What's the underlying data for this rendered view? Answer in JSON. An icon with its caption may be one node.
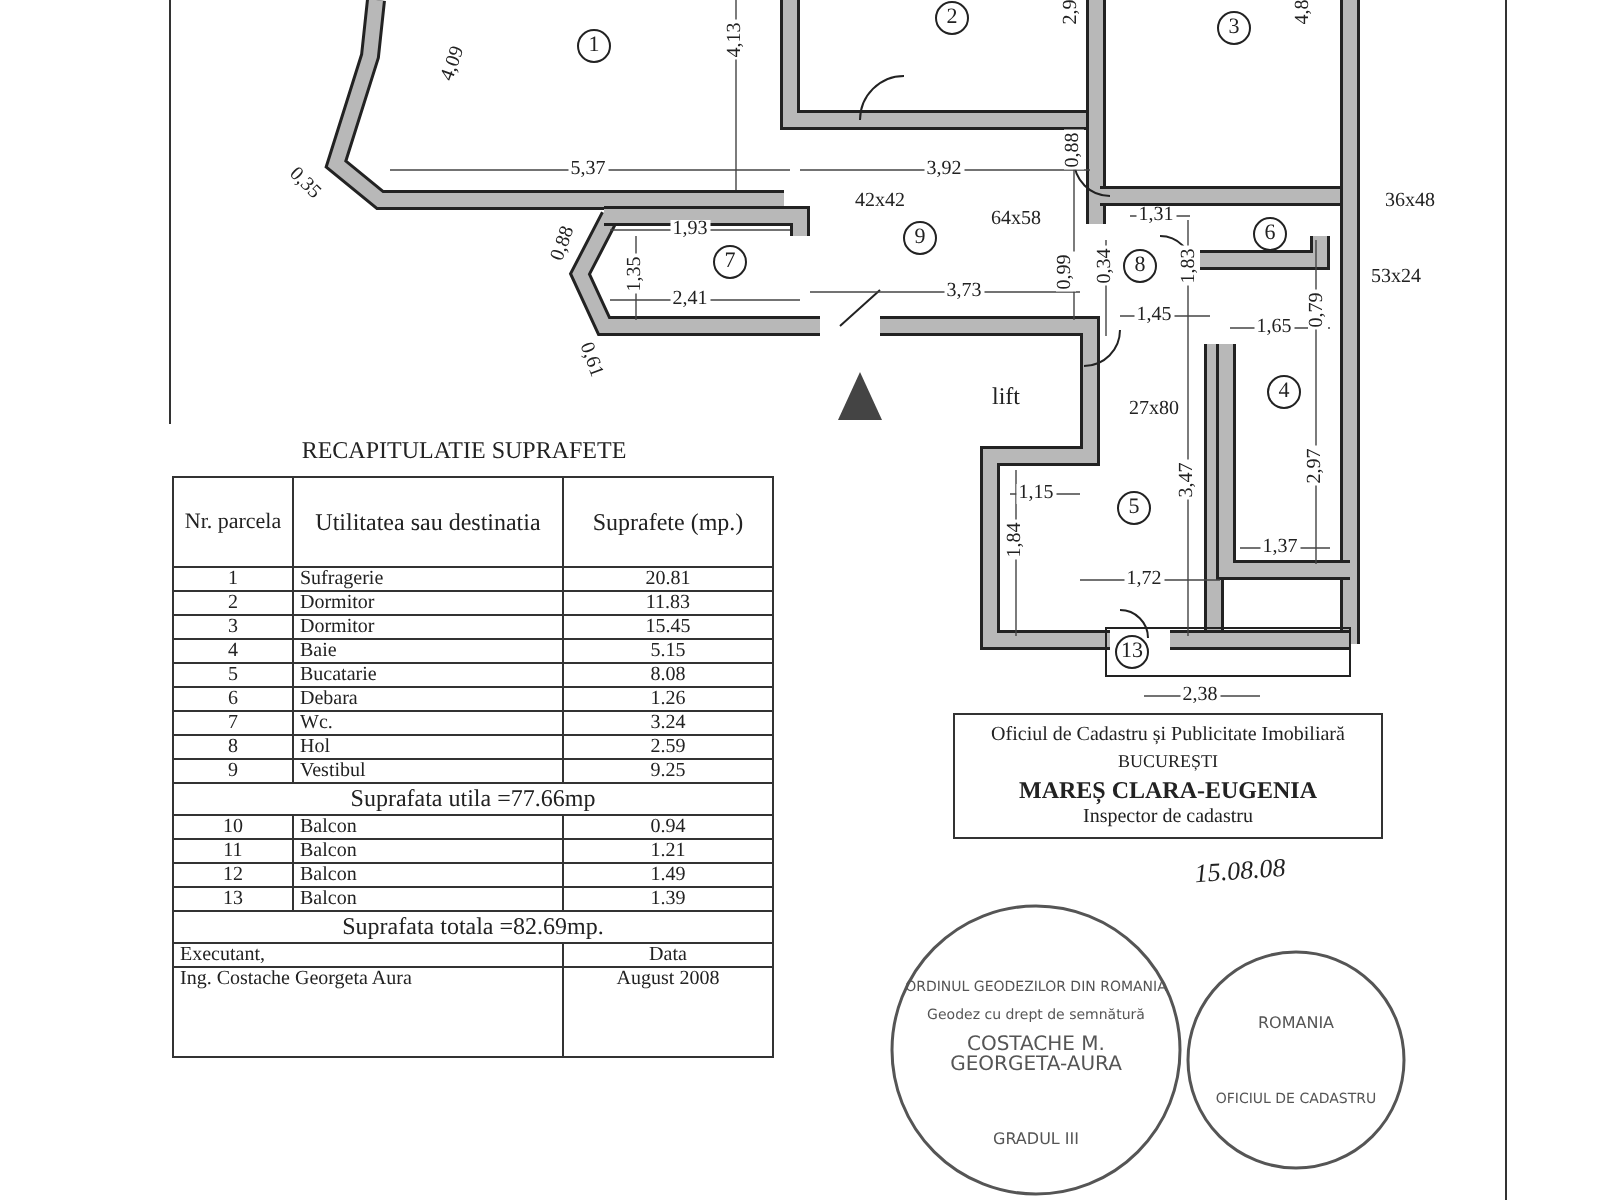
{
  "diagram": {
    "labels": [
      "4,09",
      "1",
      "4,13",
      "2",
      "2,9",
      "3",
      "4,8",
      "0,35",
      "5,37",
      "3,92",
      "0,88",
      "42x42",
      "64x58",
      "1,31",
      "36x48",
      "0,88",
      "1,93",
      "7",
      "9",
      "8",
      "6",
      "53x24",
      "1,35",
      "2,41",
      "3,73",
      "0,99",
      "0,34",
      "1,83",
      "0,79",
      "0,61",
      "1,45",
      "1,65",
      "lift",
      "27x80",
      "4",
      "3,47",
      "2,97",
      "1,15",
      "5",
      "1,84",
      "1,37",
      "1,72",
      "13",
      "2,38",
      "RECAPITULATIE SUPRAFETE",
      "Nr. parcela",
      "Utilitatea sau destinatia",
      "Suprafete (mp.)",
      "1",
      "Sufragerie",
      "20.81",
      "2",
      "Dormitor",
      "11.83",
      "3",
      "Dormitor",
      "15.45",
      "4",
      "Baie",
      "5.15",
      "5",
      "Bucatarie",
      "8.08",
      "6",
      "Debara",
      "1.26",
      "7",
      "Wc.",
      "3.24",
      "8",
      "Hol",
      "2.59",
      "9",
      "Vestibul",
      "9.25",
      "Suprafata utila =77.66mp",
      "10",
      "Balcon",
      "0.94",
      "11",
      "Balcon",
      "1.21",
      "12",
      "Balcon",
      "1.49",
      "13",
      "Balcon",
      "1.39",
      "Suprafata totala =82.69mp.",
      "Executant,",
      "Data",
      "Ing. Costache Georgeta Aura",
      "August 2008",
      "Oficiul de Cadastru și Publicitate Imobiliară",
      "BUCUREȘTI",
      "MAREȘ CLARA-EUGENIA",
      "Inspector de cadastru",
      "15.08.08",
      "ORDINUL GEODEZILOR DIN ROMANIA",
      "Geodez cu drept de semnătură",
      "COSTACHE M. GEORGETA-AURA",
      "GRADUL III",
      "ROMANIA",
      "OFICIUL DE CADASTRU"
    ]
  }
}
